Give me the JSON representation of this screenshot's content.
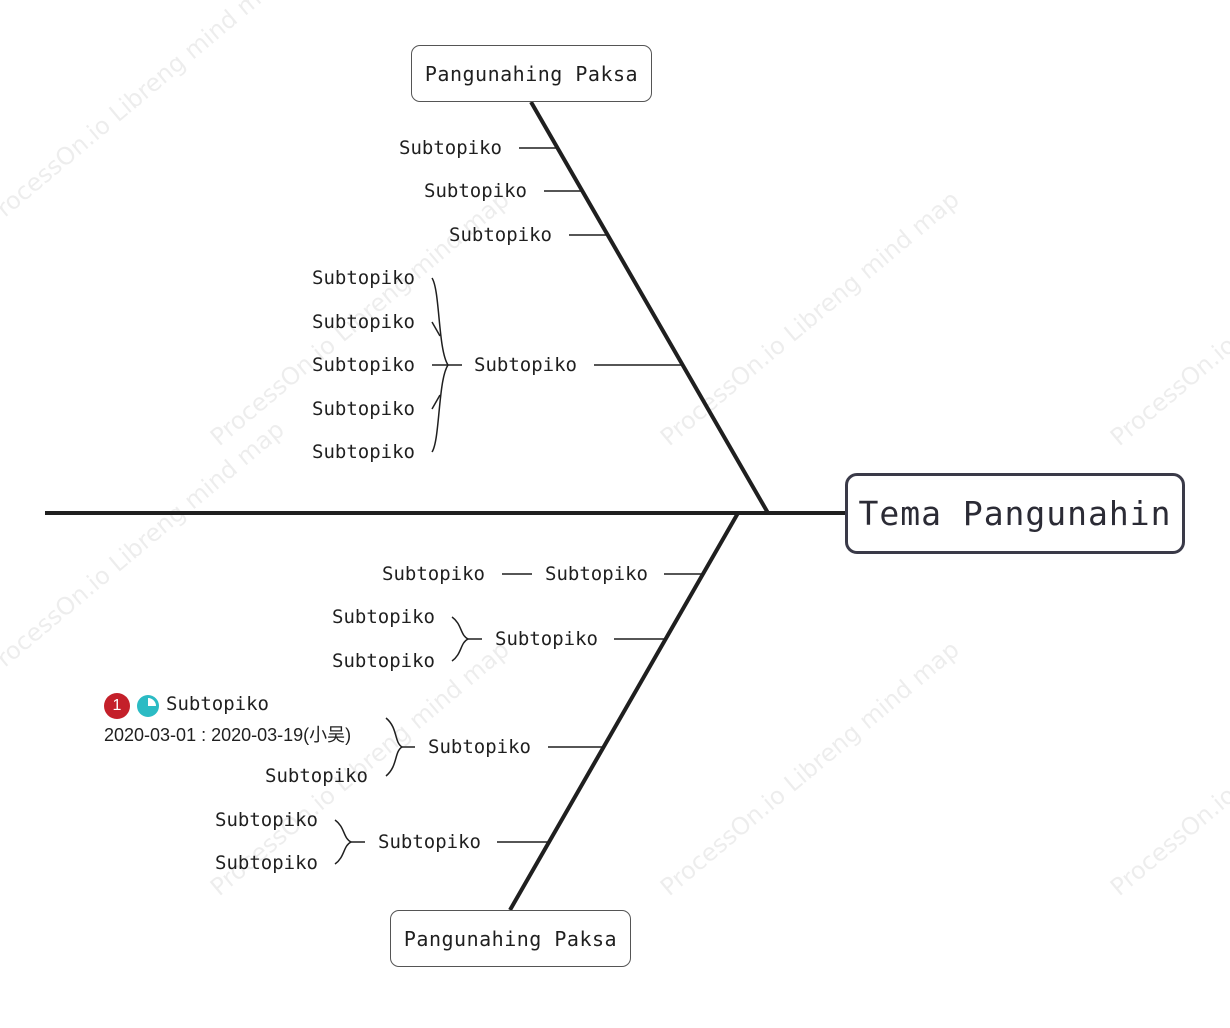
{
  "main_topic": "Tema Pangunahin",
  "top_category": "Pangunahing Paksa",
  "bottom_category": "Pangunahing Paksa",
  "top_subtopics": {
    "s1": "Subtopiko",
    "s2": "Subtopiko",
    "s3": "Subtopiko",
    "s4": "Subtopiko",
    "s4_children": [
      "Subtopiko",
      "Subtopiko",
      "Subtopiko",
      "Subtopiko",
      "Subtopiko"
    ]
  },
  "bottom_subtopics": {
    "b1": "Subtopiko",
    "b1_child": "Subtopiko",
    "b2": "Subtopiko",
    "b2_children": [
      "Subtopiko",
      "Subtopiko"
    ],
    "b3": "Subtopiko",
    "b3_children": [
      "Subtopiko",
      "Subtopiko"
    ],
    "b3_note": "2020-03-01 : 2020-03-19(小吴)",
    "b3_priority": "1",
    "b4": "Subtopiko",
    "b4_children": [
      "Subtopiko",
      "Subtopiko"
    ]
  },
  "icons": {
    "priority": "priority-1-icon",
    "progress": "progress-quarter-icon"
  },
  "colors": {
    "priority": "#c4202a",
    "progress": "#2bbbc4",
    "line": "#1f1f1f"
  },
  "watermark": "ProcessOn.io Libreng mind map"
}
